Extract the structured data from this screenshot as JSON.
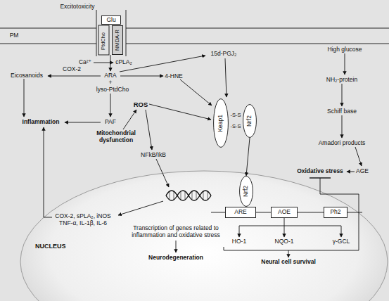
{
  "diagram": {
    "nodes": [
      {
        "text": [
          "Glu"
        ]
      },
      {
        "text": [
          "NMDA-R"
        ]
      },
      {
        "text": [
          "Keap1"
        ]
      },
      {
        "text": [
          "Nrf2"
        ]
      },
      {
        "text": [
          "NUCLEUS"
        ]
      },
      {
        "text": [
          "Nrf2"
        ],
        "in": 4
      },
      {
        "text": [
          "ARE"
        ],
        "in": 4
      },
      {
        "text": [
          "AOE"
        ],
        "in": 4
      },
      {
        "text": [
          "Ph2"
        ],
        "in": 4
      }
    ],
    "edges": [
      {
        "from": 3,
        "to": 5,
        "arrow": "to"
      }
    ],
    "labels": [
      "Excitotoxicity",
      "PM",
      "PtdCho",
      "Ca²⁺",
      "cPLA₂",
      "15d-PGJ₂",
      "High glucose",
      "COX-2",
      "ARA",
      "Eicosanoids",
      "4-HNE",
      "+",
      "lyso-PtdCho",
      "NH₂-protein",
      "ROS",
      "-S-S",
      "-S-S",
      "Inflammation",
      "PAF",
      "Schiff base",
      "Mitochondrial dysfunction",
      "NFkB/IkB",
      "Amadori products",
      "Oxidative stress",
      "AGE",
      "COX-2, sPLA₂, iNOS TNF-α, IL-1β, IL-6",
      "Transcription of genes related to inflammation and oxidative stress",
      "HO-1",
      "NQO-1",
      "γ-GCL",
      "Neurodegeneration",
      "Neural cell survival"
    ]
  }
}
